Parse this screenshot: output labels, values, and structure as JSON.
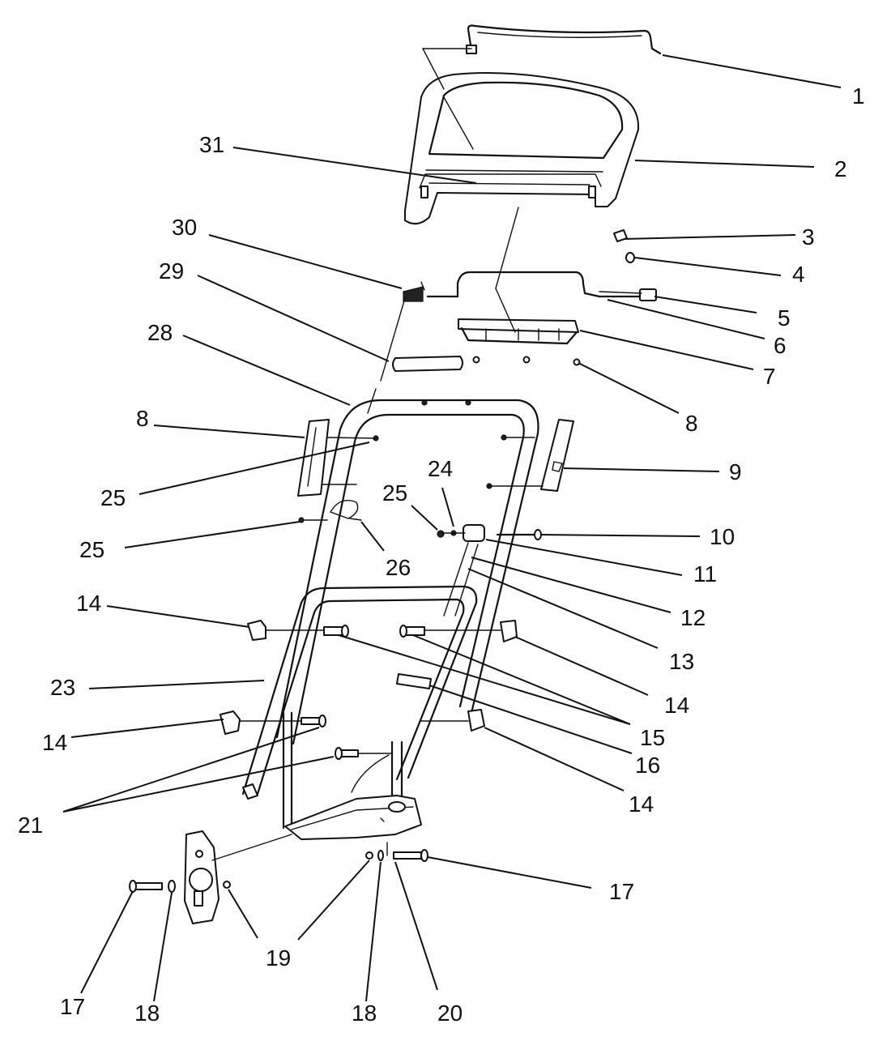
{
  "callouts": [
    {
      "label": "1"
    },
    {
      "label": "2"
    },
    {
      "label": "3"
    },
    {
      "label": "4"
    },
    {
      "label": "5"
    },
    {
      "label": "6"
    },
    {
      "label": "7"
    },
    {
      "label": "8"
    },
    {
      "label": "8"
    },
    {
      "label": "9"
    },
    {
      "label": "10"
    },
    {
      "label": "11"
    },
    {
      "label": "12"
    },
    {
      "label": "13"
    },
    {
      "label": "14"
    },
    {
      "label": "14"
    },
    {
      "label": "14"
    },
    {
      "label": "14"
    },
    {
      "label": "15"
    },
    {
      "label": "16"
    },
    {
      "label": "17"
    },
    {
      "label": "17"
    },
    {
      "label": "18"
    },
    {
      "label": "18"
    },
    {
      "label": "19"
    },
    {
      "label": "20"
    },
    {
      "label": "21"
    },
    {
      "label": "23"
    },
    {
      "label": "24"
    },
    {
      "label": "25"
    },
    {
      "label": "25"
    },
    {
      "label": "25"
    },
    {
      "label": "26"
    },
    {
      "label": "28"
    },
    {
      "label": "29"
    },
    {
      "label": "30"
    },
    {
      "label": "31"
    }
  ]
}
